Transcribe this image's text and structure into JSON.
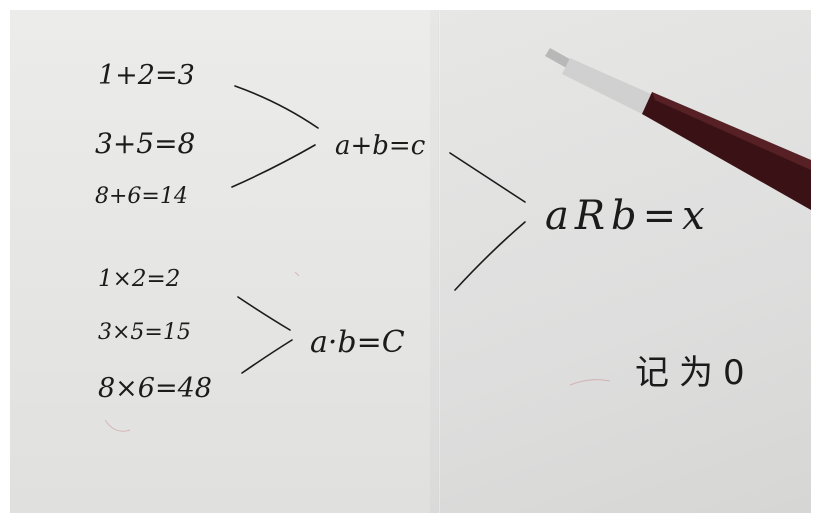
{
  "handwriting": {
    "addition": {
      "eq1": "1+2=3",
      "eq2": "3+5=8",
      "eq3": "8+6=14",
      "result": "a+b=c"
    },
    "multiplication": {
      "eq1": "1×2=2",
      "eq2": "3×5=15",
      "eq3": "8×6=48",
      "result": "a·b=C"
    },
    "general": "aRb=x",
    "note": "记为0"
  },
  "colors": {
    "paper": "#e6e6e4",
    "ink": "#1b1b1b",
    "pen_body": "#3a1216",
    "pen_metal": "#c8c8c8"
  },
  "objects": [
    "paper-sheet",
    "fountain-pen"
  ]
}
